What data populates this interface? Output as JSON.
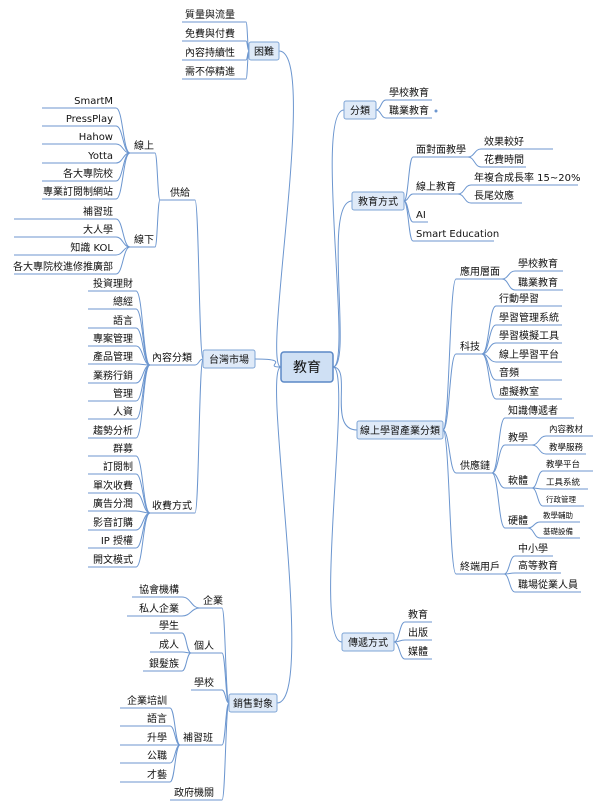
{
  "root": "教育",
  "left": {
    "kunnan": {
      "label": "困難",
      "items": [
        "質量與流量",
        "免費與付費",
        "內容持續性",
        "需不停精進"
      ]
    },
    "taiwan": {
      "label": "台灣市場",
      "gongji": {
        "label": "供給",
        "xianshang": {
          "label": "線上",
          "items": [
            "SmartM",
            "PressPlay",
            "Hahow",
            "Yotta",
            "各大專院校",
            "專業訂閱制網站"
          ]
        },
        "xianxia": {
          "label": "線下",
          "items": [
            "補習班",
            "大人學",
            "知識 KOL",
            "各大專院校進修推廣部"
          ]
        }
      },
      "neirong": {
        "label": "內容分類",
        "items": [
          "投資理財",
          "總經",
          "語言",
          "專案管理",
          "產品管理",
          "業務行銷",
          "管理",
          "人資",
          "趨勢分析"
        ]
      },
      "shoufei": {
        "label": "收費方式",
        "items": [
          "群募",
          "訂閱制",
          "單次收費",
          "廣告分潤",
          "影音訂購",
          "IP 授權",
          "開文模式"
        ]
      }
    },
    "xiaoshou": {
      "label": "銷售對象",
      "qiye": {
        "label": "企業",
        "items": [
          "協會機構",
          "私人企業"
        ]
      },
      "geren": {
        "label": "個人",
        "items": [
          "學生",
          "成人",
          "銀髮族"
        ]
      },
      "xuexiao": "學校",
      "buxi": {
        "label": "補習班",
        "items": [
          "企業培訓",
          "語言",
          "升學",
          "公職",
          "才藝"
        ]
      },
      "zhengfu": "政府機關"
    }
  },
  "right": {
    "fenlei": {
      "label": "分類",
      "items": [
        "學校教育",
        "職業教育"
      ]
    },
    "fangshi": {
      "label": "教育方式",
      "mianduimian": {
        "label": "面對面教學",
        "items": [
          "效果較好",
          "花費時間"
        ]
      },
      "xianshang": {
        "label": "線上教育",
        "items": [
          "年複合成長率 15~20%",
          "長尾效應"
        ]
      },
      "ai": "AI",
      "smart": "Smart Education"
    },
    "chanye": {
      "label": "線上學習產業分類",
      "yingyong": {
        "label": "應用層面",
        "items": [
          "學校教育",
          "職業教育"
        ]
      },
      "keji": {
        "label": "科技",
        "items": [
          "行動學習",
          "學習管理系統",
          "學習模擬工具",
          "線上學習平台",
          "音頻",
          "虛擬教室"
        ]
      },
      "gongying": {
        "label": "供應鏈",
        "zhishi": "知識傳遞者",
        "jiaoxue": {
          "label": "教學",
          "items": [
            "內容教材",
            "教學服務"
          ]
        },
        "ruanti": {
          "label": "軟體",
          "items": [
            "教學平台",
            "工具系統",
            "行政管理"
          ]
        },
        "yingti": {
          "label": "硬體",
          "items": [
            "教學輔助",
            "基礎設備"
          ]
        }
      },
      "zhongduan": {
        "label": "終端用戶",
        "items": [
          "中小學",
          "高等教育",
          "職場從業人員"
        ]
      }
    },
    "chuandi": {
      "label": "傳遞方式",
      "items": [
        "教育",
        "出版",
        "媒體"
      ]
    }
  }
}
